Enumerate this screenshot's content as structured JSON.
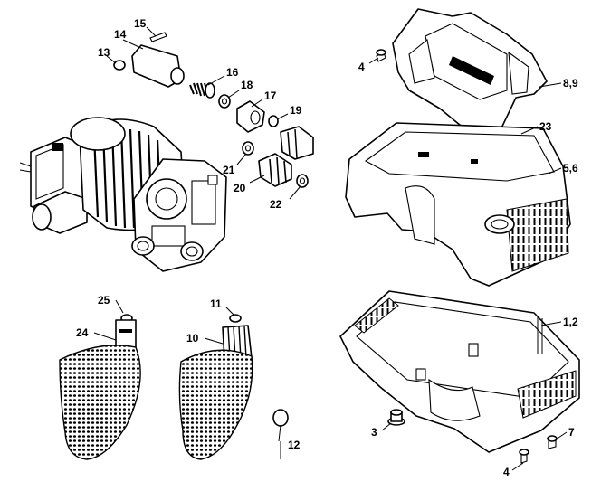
{
  "callouts": [
    {
      "id": "c15",
      "text": "15"
    },
    {
      "id": "c14",
      "text": "14"
    },
    {
      "id": "c13",
      "text": "13"
    },
    {
      "id": "c16",
      "text": "16"
    },
    {
      "id": "c18",
      "text": "18"
    },
    {
      "id": "c17",
      "text": "17"
    },
    {
      "id": "c19",
      "text": "19"
    },
    {
      "id": "c21",
      "text": "21"
    },
    {
      "id": "c20",
      "text": "20"
    },
    {
      "id": "c22",
      "text": "22"
    },
    {
      "id": "c4a",
      "text": "4"
    },
    {
      "id": "c89",
      "text": "8,9"
    },
    {
      "id": "c23",
      "text": "23"
    },
    {
      "id": "c56",
      "text": "5,6"
    },
    {
      "id": "c12x",
      "text": "1,2"
    },
    {
      "id": "c25",
      "text": "25"
    },
    {
      "id": "c11",
      "text": "11"
    },
    {
      "id": "c24",
      "text": "24"
    },
    {
      "id": "c10",
      "text": "10"
    },
    {
      "id": "c12",
      "text": "12"
    },
    {
      "id": "c3",
      "text": "3"
    },
    {
      "id": "c7",
      "text": "7"
    },
    {
      "id": "c4b",
      "text": "4"
    }
  ]
}
